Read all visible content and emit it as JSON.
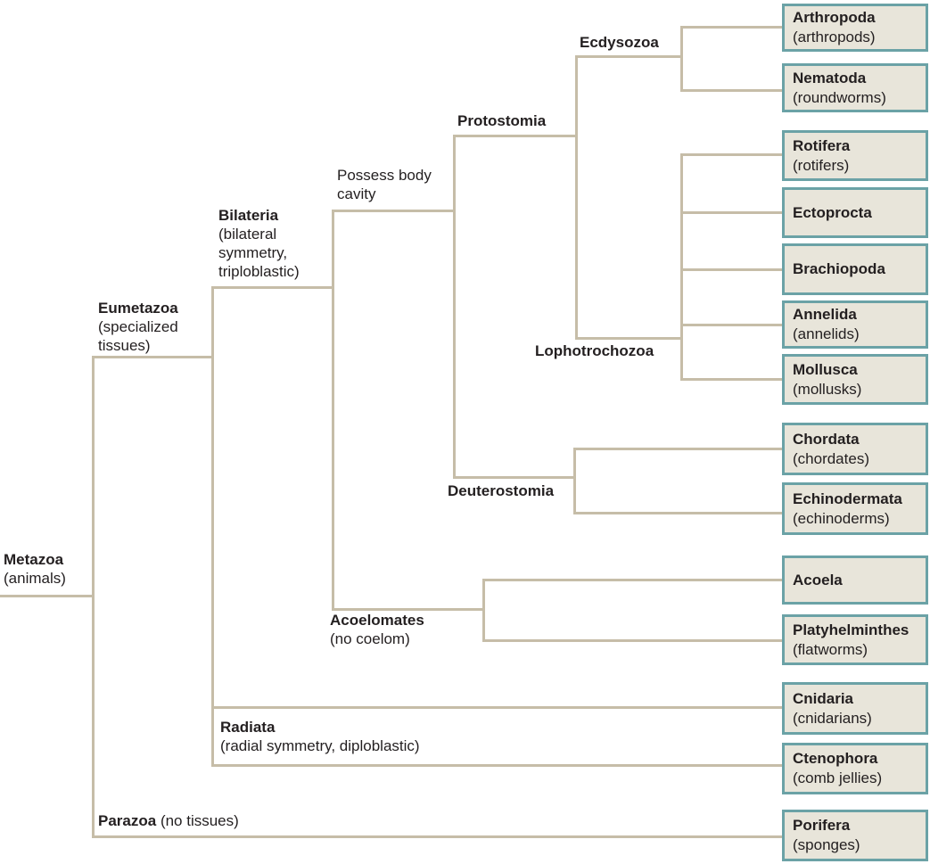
{
  "colors": {
    "line": "#c6bda8",
    "box_border": "#6ba2a6",
    "box_bg": "#e8e5da",
    "text": "#231f20",
    "background": "#ffffff"
  },
  "nodes": {
    "metazoa": {
      "name": "Metazoa",
      "description": "(animals)"
    },
    "eumetazoa": {
      "name": "Eumetazoa",
      "description": "(specialized tissues)"
    },
    "parazoa": {
      "name": "Parazoa",
      "description": "(no tissues)"
    },
    "bilateria": {
      "name": "Bilateria",
      "description": "(bilateral symmetry, triploblastic)"
    },
    "radiata": {
      "name": "Radiata",
      "description": "(radial symmetry, diploblastic)"
    },
    "body_cavity": {
      "name": "Possess body cavity"
    },
    "acoelomates": {
      "name": "Acoelomates",
      "description": "(no coelom)"
    },
    "protostomia": {
      "name": "Protostomia"
    },
    "deuterostomia": {
      "name": "Deuterostomia"
    },
    "ecdysozoa": {
      "name": "Ecdysozoa"
    },
    "lophotrochozoa": {
      "name": "Lophotrochozoa"
    }
  },
  "taxa": {
    "arthropoda": {
      "title": "Arthropoda",
      "subtitle": "(arthropods)"
    },
    "nematoda": {
      "title": "Nematoda",
      "subtitle": "(roundworms)"
    },
    "rotifera": {
      "title": "Rotifera",
      "subtitle": "(rotifers)"
    },
    "ectoprocta": {
      "title": "Ectoprocta",
      "subtitle": ""
    },
    "brachiopoda": {
      "title": "Brachiopoda",
      "subtitle": ""
    },
    "annelida": {
      "title": "Annelida",
      "subtitle": "(annelids)"
    },
    "mollusca": {
      "title": "Mollusca",
      "subtitle": "(mollusks)"
    },
    "chordata": {
      "title": "Chordata",
      "subtitle": "(chordates)"
    },
    "echinodermata": {
      "title": "Echinodermata",
      "subtitle": "(echinoderms)"
    },
    "acoela": {
      "title": "Acoela",
      "subtitle": ""
    },
    "platyhelminthes": {
      "title": "Platyhelminthes",
      "subtitle": "(flatworms)"
    },
    "cnidaria": {
      "title": "Cnidaria",
      "subtitle": "(cnidarians)"
    },
    "ctenophora": {
      "title": "Ctenophora",
      "subtitle": "(comb jellies)"
    },
    "porifera": {
      "title": "Porifera",
      "subtitle": "(sponges)"
    }
  },
  "topology": {
    "Metazoa": [
      "Eumetazoa",
      "Parazoa"
    ],
    "Eumetazoa": [
      "Bilateria",
      "Radiata"
    ],
    "Bilateria": [
      "Possess body cavity",
      "Acoelomates"
    ],
    "Possess body cavity": [
      "Protostomia",
      "Deuterostomia"
    ],
    "Protostomia": [
      "Ecdysozoa",
      "Lophotrochozoa"
    ],
    "Ecdysozoa": [
      "Arthropoda",
      "Nematoda"
    ],
    "Lophotrochozoa": [
      "Rotifera",
      "Ectoprocta",
      "Brachiopoda",
      "Annelida",
      "Mollusca"
    ],
    "Deuterostomia": [
      "Chordata",
      "Echinodermata"
    ],
    "Acoelomates": [
      "Acoela",
      "Platyhelminthes"
    ],
    "Radiata": [
      "Cnidaria",
      "Ctenophora"
    ],
    "Parazoa": [
      "Porifera"
    ]
  }
}
